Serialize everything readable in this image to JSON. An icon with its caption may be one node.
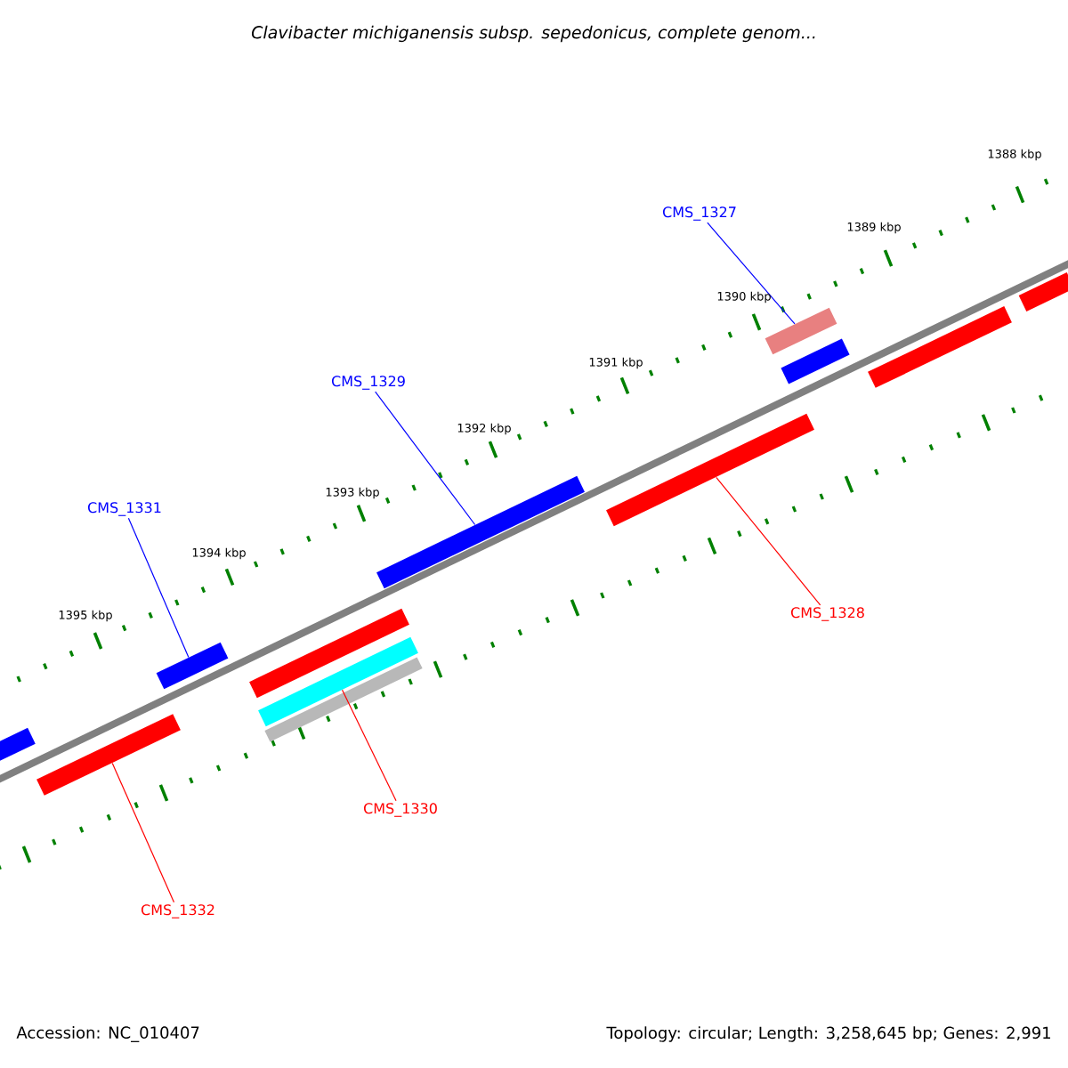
{
  "diagram": {
    "title": "Clavibacter michiganensis subsp. sepedonicus, complete genom...",
    "nodes": [
      {
        "text": [
          "CMS_1327"
        ]
      },
      {
        "text": [
          "CMS_1329"
        ]
      },
      {
        "text": [
          "CMS_1331"
        ]
      },
      {
        "text": [
          "CMS_1328"
        ]
      },
      {
        "text": [
          "CMS_1330"
        ]
      },
      {
        "text": [
          "CMS_1332"
        ]
      },
      {
        "text": [],
        "shape": "bar"
      },
      {
        "text": [],
        "shape": "bar"
      },
      {
        "text": [],
        "shape": "bar"
      },
      {
        "text": [],
        "shape": "bar"
      },
      {
        "text": [],
        "shape": "bar"
      },
      {
        "text": [],
        "shape": "bar"
      },
      {
        "text": [],
        "shape": "bar"
      },
      {
        "text": [],
        "shape": "bar"
      },
      {
        "text": [],
        "shape": "bar"
      },
      {
        "text": [],
        "shape": "bar"
      },
      {
        "text": [],
        "shape": "bar"
      },
      {
        "text": [],
        "shape": "bar"
      }
    ],
    "edges": [
      {
        "from": 0,
        "to": 6,
        "arrow": "none",
        "color": "#0000ff"
      },
      {
        "from": 1,
        "to": 7,
        "arrow": "none",
        "color": "#0000ff"
      },
      {
        "from": 2,
        "to": 8,
        "arrow": "none",
        "color": "#0000ff"
      },
      {
        "from": 3,
        "to": 9,
        "arrow": "none",
        "color": "#ff0000"
      },
      {
        "from": 4,
        "to": 10,
        "arrow": "none",
        "color": "#ff0000"
      },
      {
        "from": 5,
        "to": 11,
        "arrow": "none",
        "color": "#ff0000"
      }
    ],
    "labels": [
      "1388 kbp",
      "1389 kbp",
      "1390 kbp",
      "1391 kbp",
      "1392 kbp",
      "1393 kbp",
      "1394 kbp",
      "1395 kbp",
      "Accession: NC_010407",
      "Topology: circular; Length: 3,258,645 bp; Genes: 2,991"
    ]
  }
}
